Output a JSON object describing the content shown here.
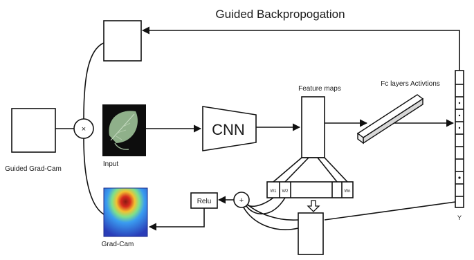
{
  "title": "Guided Backpropogation",
  "labels": {
    "guided_gradcam": "Guided Grad-Cam",
    "input": "Input",
    "gradcam": "Grad-Cam",
    "cnn": "CNN",
    "feature_maps": "Feature maps",
    "fc_layers": "Fc layers Activtions",
    "relu": "Relu",
    "times_symbol": "×",
    "plus_symbol": "+",
    "y_label": "Y",
    "w1": "W1",
    "w2": "W2",
    "wn": "Wn"
  },
  "colors": {
    "stroke": "#111111",
    "leaf_bg": "#0d0d0d",
    "leaf": "#8fb08a",
    "heat_hot": "#d62a1e",
    "heat_mid": "#f2c232",
    "heat_cool": "#3a9cf0",
    "heat_cold": "#2a3db8"
  },
  "icons": {
    "input_image": "leaf-image",
    "gradcam_image": "heatmap-image",
    "down_arrow": "down-arrow-icon"
  }
}
